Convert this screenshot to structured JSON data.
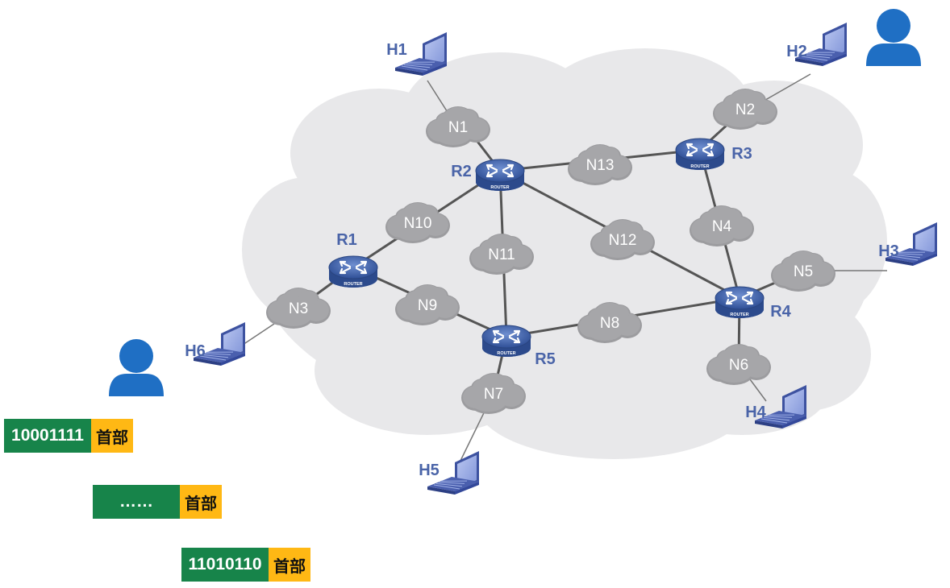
{
  "colors": {
    "cloud_bg": "#e8e8ea",
    "node_cloud": "#9c9c9f",
    "router_blue": "#3a5fa8",
    "label_blue": "#4a64a8",
    "user_blue": "#1f6fc4",
    "payload_green": "#17844a",
    "header_orange": "#ffb814"
  },
  "hosts": [
    "H1",
    "H2",
    "H3",
    "H4",
    "H5",
    "H6"
  ],
  "routers": [
    "R1",
    "R2",
    "R3",
    "R4",
    "R5"
  ],
  "router_badge": "ROUTER",
  "networks": [
    "N1",
    "N2",
    "N3",
    "N4",
    "N5",
    "N6",
    "N7",
    "N8",
    "N9",
    "N10",
    "N11",
    "N12",
    "N13"
  ],
  "packets": [
    {
      "payload": "10001111",
      "header": "首部"
    },
    {
      "payload": "……",
      "header": "首部"
    },
    {
      "payload": "11010110",
      "header": "首部"
    }
  ]
}
